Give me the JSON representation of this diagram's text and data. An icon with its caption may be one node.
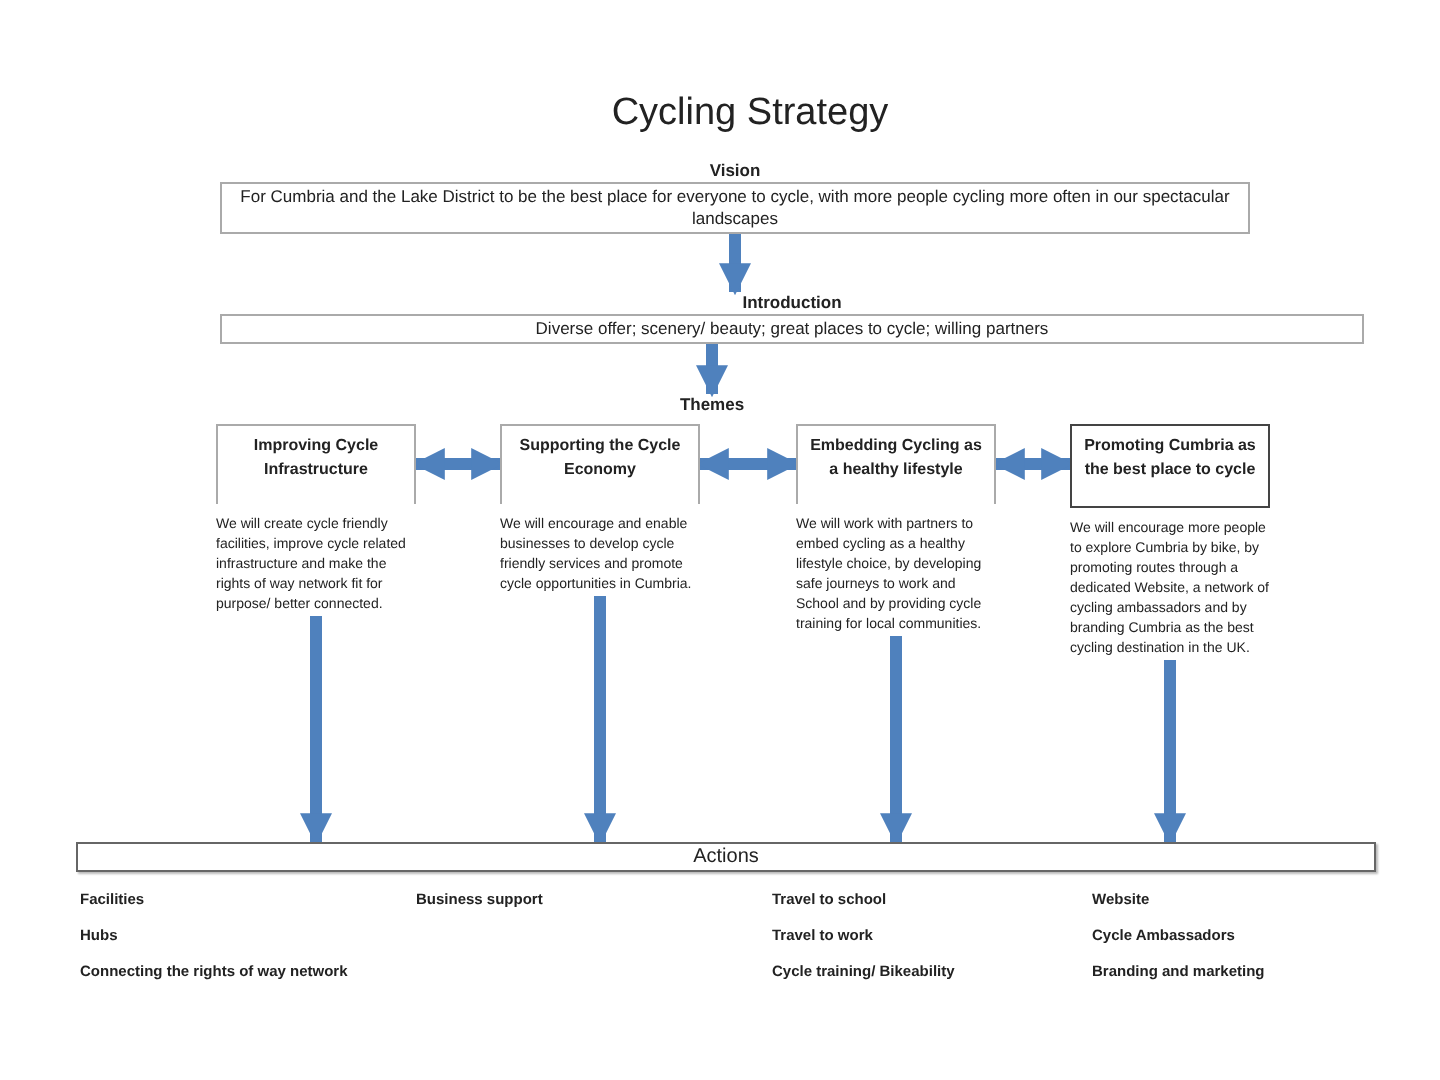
{
  "diagram": {
    "title": "Cycling Strategy",
    "nodes": [
      {
        "text": [
          "Vision",
          "For Cumbria and the Lake District to be the best place for everyone to cycle, with more people cycling more often in our spectacular landscapes"
        ]
      },
      {
        "text": [
          "Introduction",
          "Diverse offer; scenery/ beauty; great places to cycle; willing partners"
        ]
      },
      {
        "text": [
          "Themes"
        ]
      },
      {
        "text": [
          "Improving Cycle Infrastructure",
          "We will create cycle friendly facilities, improve cycle related infrastructure and make the rights of way network fit for purpose/ better connected."
        ]
      },
      {
        "text": [
          "Supporting the Cycle Economy",
          "We will encourage and enable businesses to develop cycle friendly services and promote cycle opportunities in Cumbria."
        ]
      },
      {
        "text": [
          "Embedding Cycling as a healthy lifestyle",
          "We will work with partners to embed cycling as a healthy lifestyle choice, by developing safe journeys to work and School and by providing cycle training for local communities."
        ]
      },
      {
        "text": [
          "Promoting Cumbria as the best place to cycle",
          "We will encourage more people to explore Cumbria by bike, by promoting routes through a dedicated Website, a network of cycling ambassadors and by branding Cumbria as the best cycling destination in the UK."
        ]
      },
      {
        "text": [
          "Actions"
        ]
      }
    ],
    "edges": [
      {
        "from": 0,
        "to": 1,
        "arrow": "to"
      },
      {
        "from": 1,
        "to": 2,
        "arrow": "to"
      },
      {
        "from": 3,
        "to": 4,
        "arrow": "both"
      },
      {
        "from": 4,
        "to": 5,
        "arrow": "both"
      },
      {
        "from": 5,
        "to": 6,
        "arrow": "both"
      },
      {
        "from": 3,
        "to": 7,
        "arrow": "to"
      },
      {
        "from": 4,
        "to": 7,
        "arrow": "to"
      },
      {
        "from": 5,
        "to": 7,
        "arrow": "to"
      },
      {
        "from": 6,
        "to": 7,
        "arrow": "to"
      }
    ],
    "labels": [
      "Facilities",
      "Business support",
      "Travel to school",
      "Website",
      "Hubs",
      "Travel to work",
      "Cycle Ambassadors",
      "Connecting the rights of way network",
      "Cycle training/ Bikeability",
      "Branding and marketing"
    ]
  }
}
